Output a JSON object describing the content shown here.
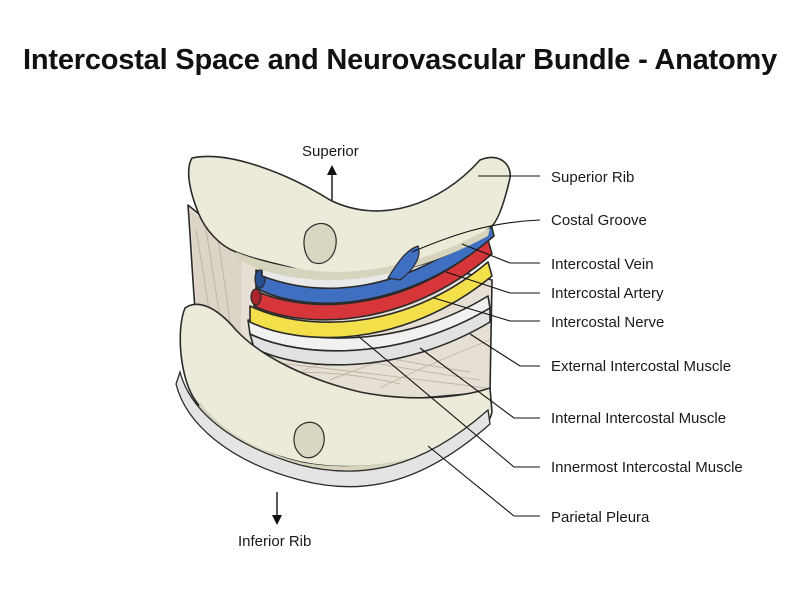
{
  "title": "Intercostal Space and Neurovascular Bundle - Anatomy",
  "orientation": {
    "superior": "Superior",
    "inferior": "Inferior Rib"
  },
  "labels": {
    "superior_rib": "Superior Rib",
    "costal_groove": "Costal Groove",
    "intercostal_vein": "Intercostal Vein",
    "intercostal_artery": "Intercostal Artery",
    "intercostal_nerve": "Intercostal Nerve",
    "external_intercostal_muscle": "External Intercostal Muscle",
    "internal_intercostal_muscle": "Internal Intercostal Muscle",
    "innermost_intercostal_muscle": "Innermost Intercostal Muscle",
    "parietal_pleura": "Parietal Pleura"
  },
  "colors": {
    "bone": "#ecebd9",
    "bone_shadow": "#d6d4bd",
    "muscle": "#e6e0d4",
    "muscle_fiber": "#b9b0a2",
    "vein": "#3f6fc0",
    "artery": "#d6363a",
    "nerve": "#f2df4a",
    "pleura": "#e4e4e4"
  }
}
